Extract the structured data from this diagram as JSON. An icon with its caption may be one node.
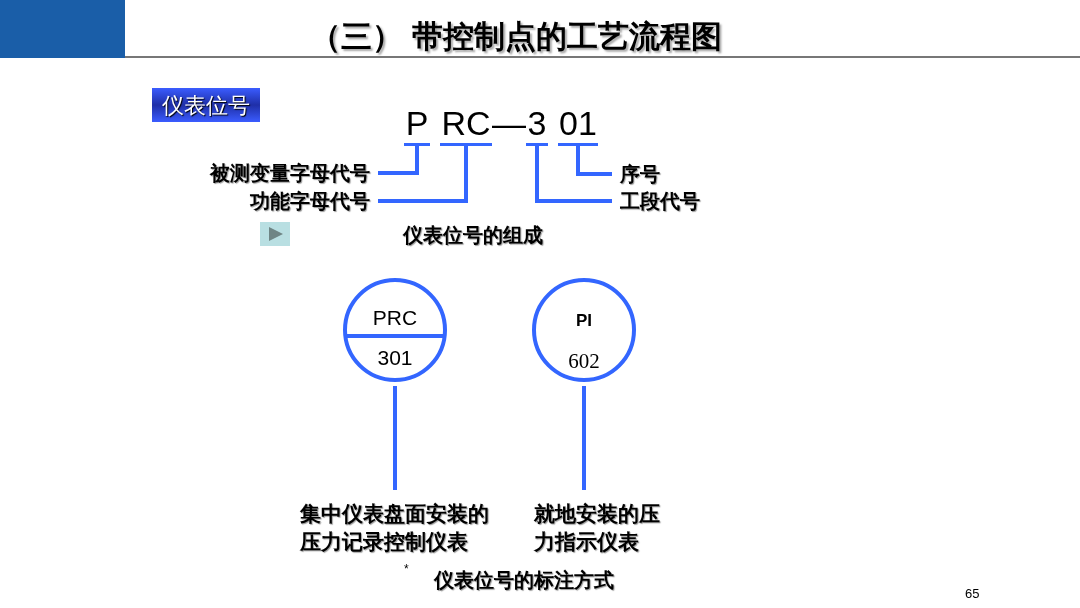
{
  "diagram": {
    "title": "（三） 带控制点的工艺流程图",
    "nodes": [
      {
        "text": [
          "仪表位号"
        ]
      },
      {
        "text": [
          "P"
        ]
      },
      {
        "text": [
          "RC"
        ]
      },
      {
        "text": [
          "3"
        ]
      },
      {
        "text": [
          "01"
        ]
      },
      {
        "text": [
          "被测变量字母代号"
        ]
      },
      {
        "text": [
          "功能字母代号"
        ]
      },
      {
        "text": [
          "序号"
        ]
      },
      {
        "text": [
          "工段代号"
        ]
      },
      {
        "text": [
          "PRC",
          "301"
        ]
      },
      {
        "text": [
          "PI",
          "602"
        ]
      },
      {
        "text": [
          "集中仪表盘面安装的压力记录控制仪表"
        ]
      },
      {
        "text": [
          "就地安装的压力指示仪表"
        ]
      }
    ],
    "edges": [
      {
        "from": 5,
        "to": 1,
        "arrow": "none"
      },
      {
        "from": 6,
        "to": 2,
        "arrow": "none"
      },
      {
        "from": 7,
        "to": 4,
        "arrow": "none"
      },
      {
        "from": 8,
        "to": 3,
        "arrow": "none"
      },
      {
        "from": 11,
        "to": 9,
        "arrow": "none"
      },
      {
        "from": 12,
        "to": 10,
        "arrow": "none"
      }
    ],
    "labels": [
      "—",
      "仪表位号的组成",
      "*",
      "仪表位号的标注方式",
      "65"
    ]
  }
}
